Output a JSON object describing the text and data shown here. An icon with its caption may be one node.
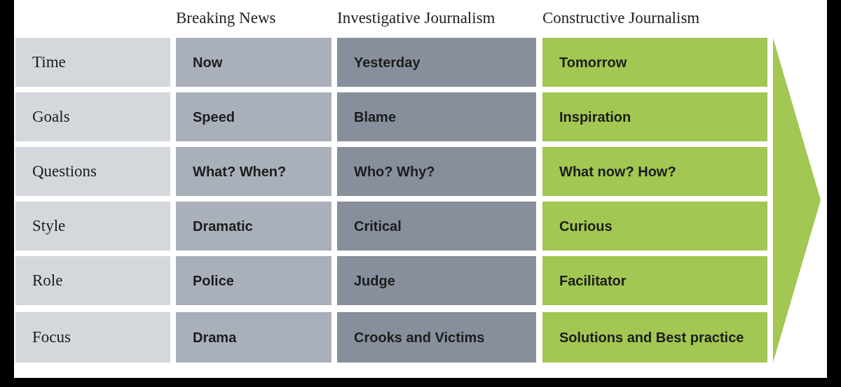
{
  "diagram": {
    "labels": [
      "Breaking News",
      "Investigative Journalism",
      "Constructive Journalism",
      "Time",
      "Now",
      "Yesterday",
      "Tomorrow",
      "Goals",
      "Speed",
      "Blame",
      "Inspiration",
      "Questions",
      "What? When?",
      "Who? Why?",
      "What now? How?",
      "Style",
      "Dramatic",
      "Critical",
      "Curious",
      "Role",
      "Police",
      "Judge",
      "Facilitator",
      "Focus",
      "Drama",
      "Crooks and Victims",
      "Solutions and Best practice"
    ]
  }
}
